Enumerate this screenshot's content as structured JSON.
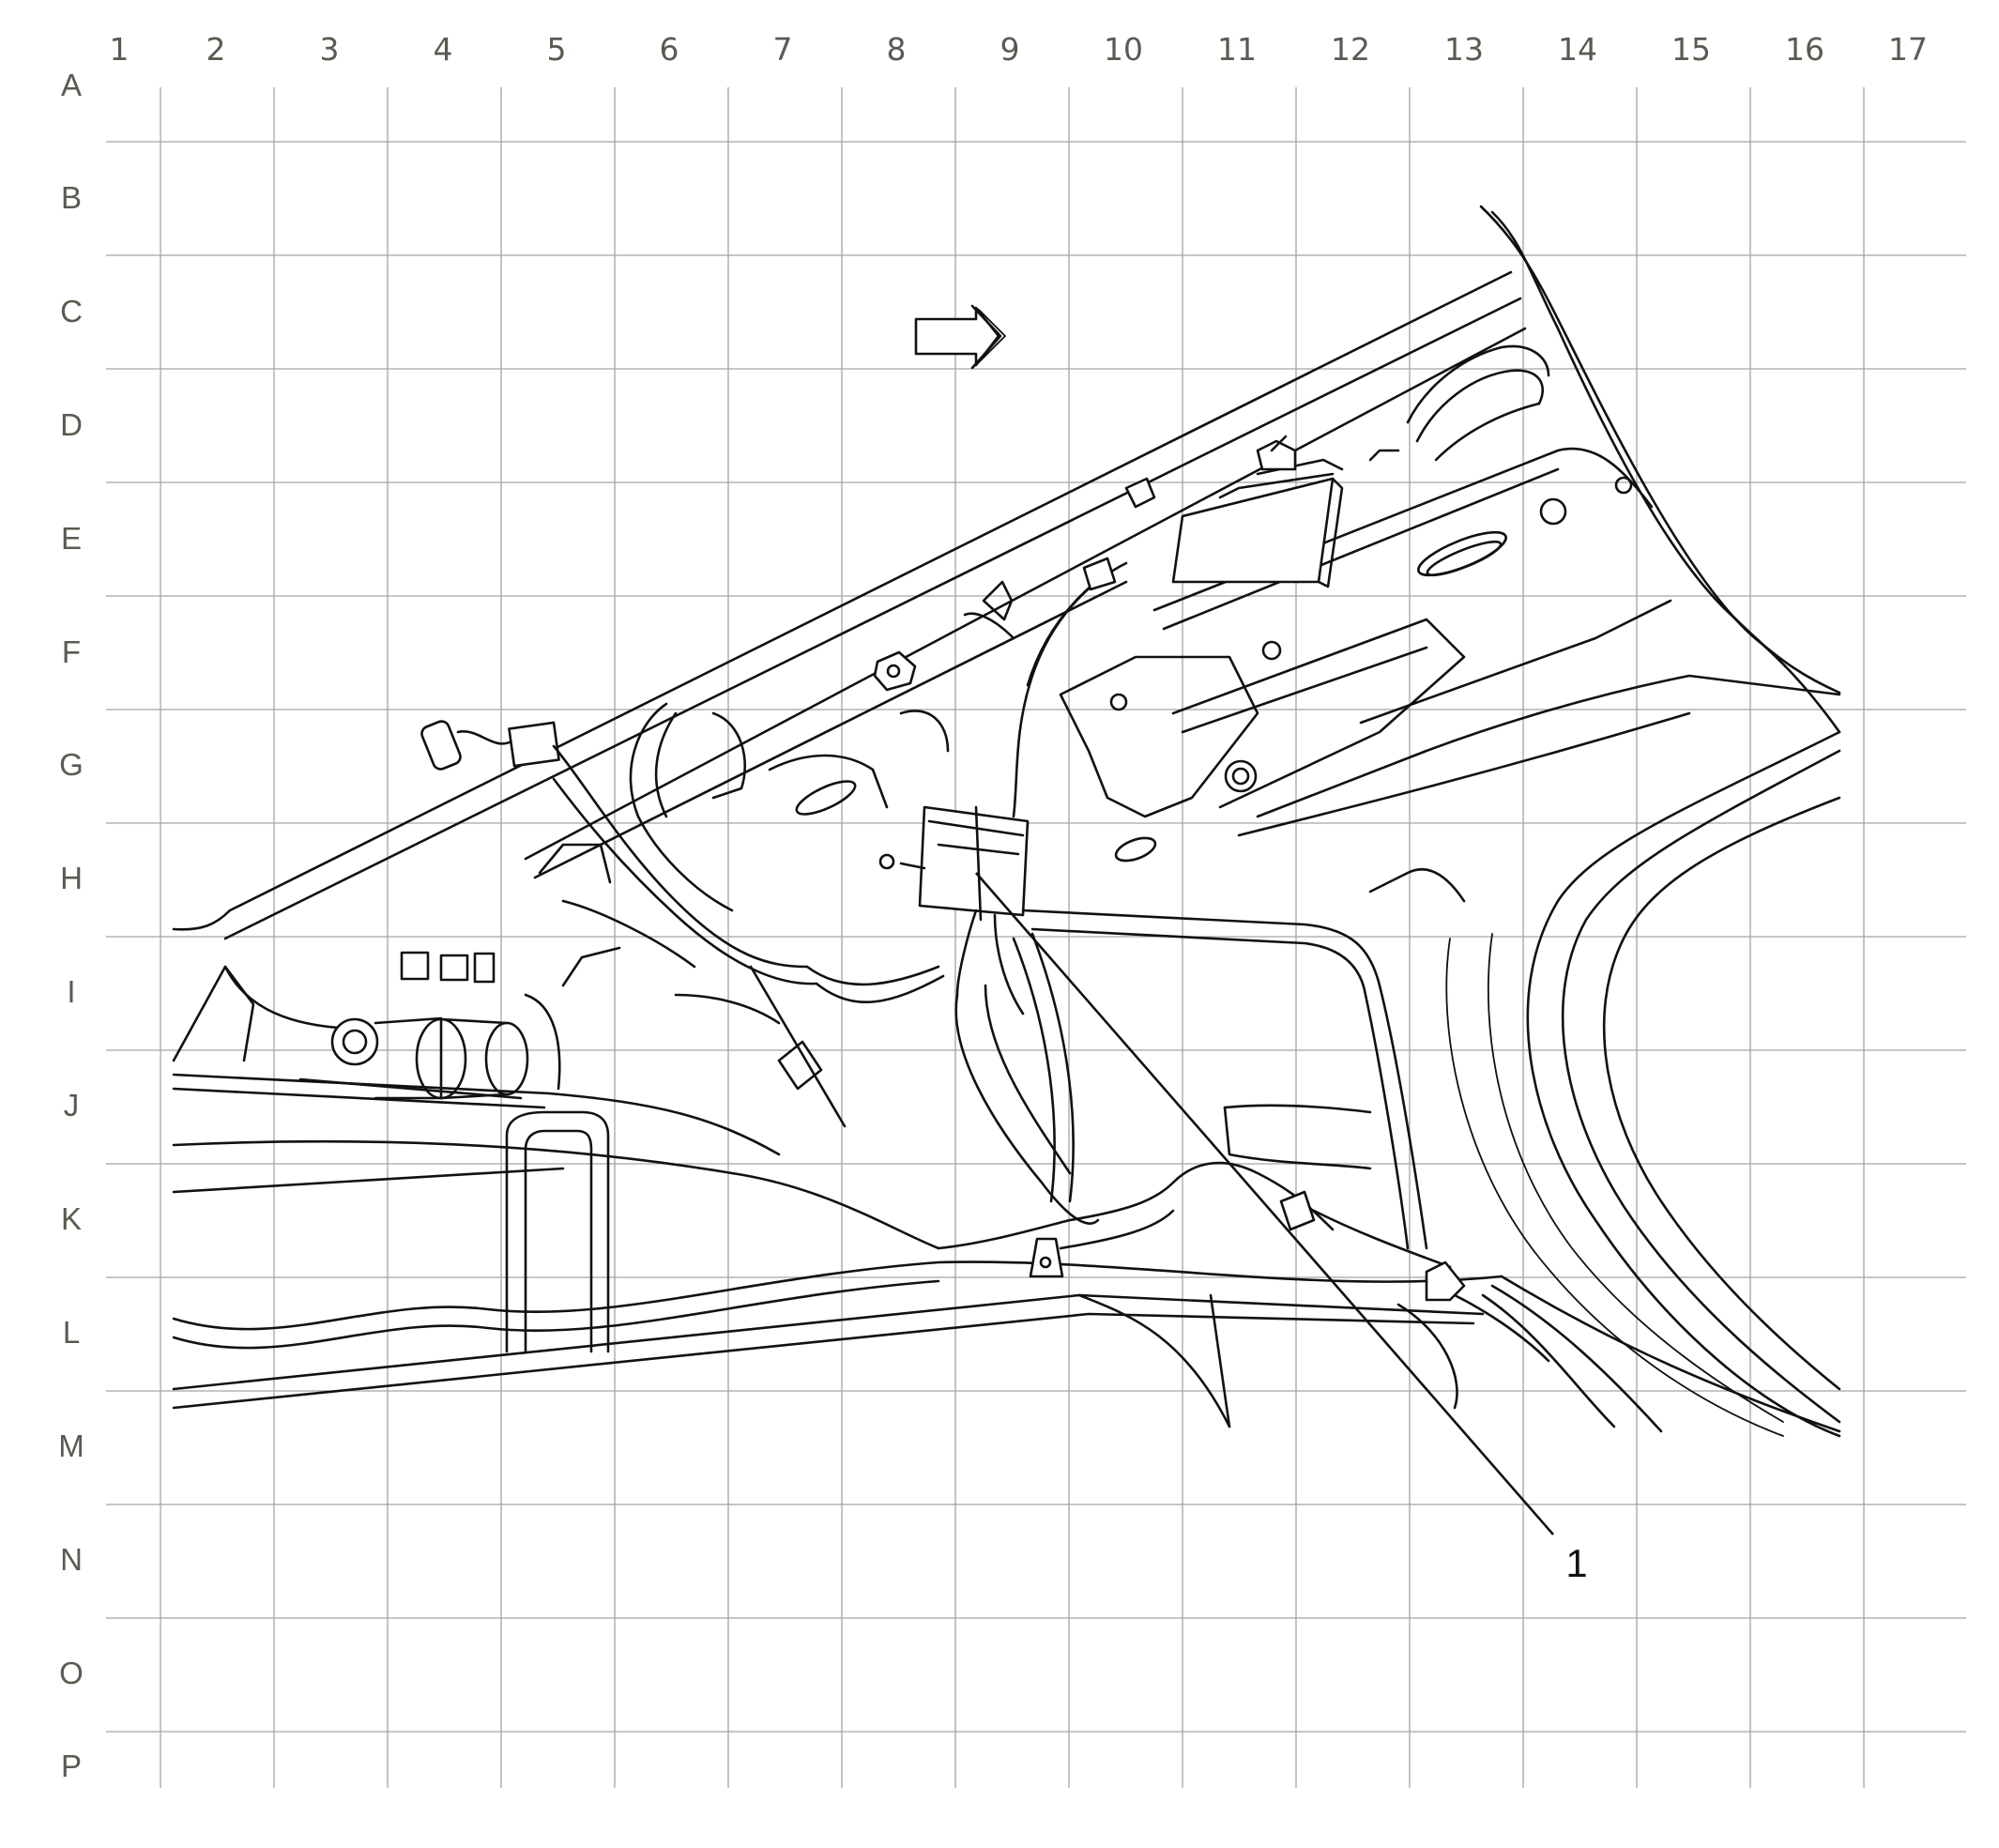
{
  "grid": {
    "columns": [
      "1",
      "2",
      "3",
      "4",
      "5",
      "6",
      "7",
      "8",
      "9",
      "10",
      "11",
      "12",
      "13",
      "14",
      "15",
      "16",
      "17"
    ],
    "rows": [
      "A",
      "B",
      "C",
      "D",
      "E",
      "F",
      "G",
      "H",
      "I",
      "J",
      "K",
      "L",
      "M",
      "N",
      "O",
      "P"
    ]
  },
  "callouts": [
    {
      "number": "1"
    }
  ],
  "icons": {
    "direction_arrow": "forward-arrow-icon"
  },
  "colors": {
    "grid": "#a3a3a3",
    "labels": "#5a5a50",
    "lines": "#111111"
  }
}
